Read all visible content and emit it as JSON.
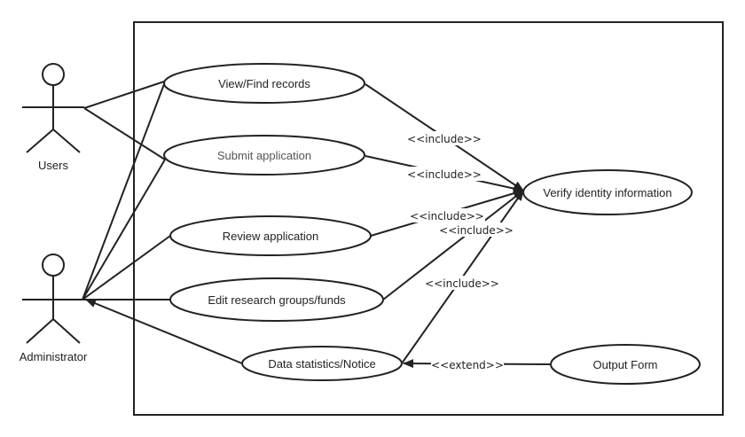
{
  "actors": {
    "users": "Users",
    "administrator": "Administrator"
  },
  "use_cases": {
    "view_find_records": "View/Find records",
    "submit_application": "Submit application",
    "review_application": "Review application",
    "edit_research_groups": "Edit research groups/funds",
    "data_statistics": "Data statistics/Notice",
    "verify_identity": "Verify identity information",
    "output_form": "Output Form"
  },
  "relations": {
    "include": "<<include>>",
    "extend": "<<extend>>"
  },
  "colors": {
    "line": "#222222",
    "background": "#ffffff"
  }
}
